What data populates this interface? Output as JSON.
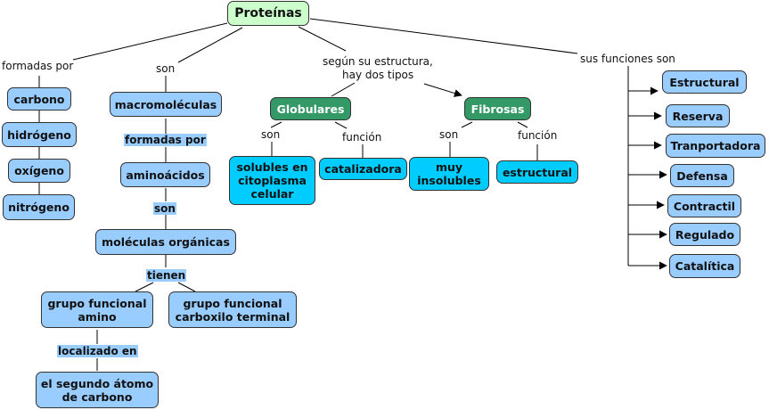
{
  "root": {
    "label": "Proteínas"
  },
  "links": {
    "formadas_por": "formadas por",
    "son_main": "son",
    "segun_estructura_1": "según su estructura,",
    "segun_estructura_2": "hay dos tipos",
    "sus_funciones": "sus funciones son",
    "glob_son": "son",
    "glob_funcion": "función",
    "fib_son": "son",
    "fib_funcion": "función"
  },
  "elements": [
    "carbono",
    "hidrógeno",
    "oxígeno",
    "nitrógeno"
  ],
  "chain": {
    "macro": "macromoléculas",
    "formadas_por": "formadas por",
    "aminoacidos": "aminoácidos",
    "son": "son",
    "moleculas": "moléculas orgánicas",
    "tienen": "tienen",
    "amino_1": "grupo funcional",
    "amino_2": "amino",
    "carboxilo_1": "grupo funcional",
    "carboxilo_2": "carboxilo terminal",
    "localizado": "localizado en",
    "segundo_1": "el segundo átomo",
    "segundo_2": "de carbono"
  },
  "types": {
    "globulares": "Globulares",
    "fibrosas": "Fibrosas",
    "solubles_1": "solubles en",
    "solubles_2": "citoplasma",
    "solubles_3": "celular",
    "catalizadora": "catalizadora",
    "insolubles_1": "muy",
    "insolubles_2": "insolubles",
    "estructural": "estructural"
  },
  "functions": [
    "Estructural",
    "Reserva",
    "Tranportadora",
    "Defensa",
    "Contractil",
    "Regulado",
    "Catalítica"
  ],
  "colors": {
    "root": "#ccffcc",
    "concept": "#99ccff",
    "type": "#339966",
    "property": "#00ccff"
  }
}
